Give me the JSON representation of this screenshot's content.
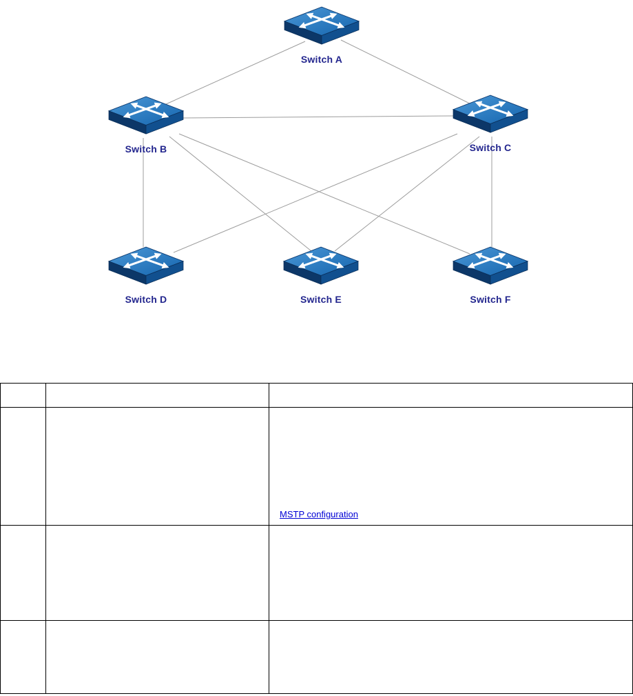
{
  "figure": {
    "icon": "network-switch-3d-icon",
    "nodes": [
      {
        "id": "A",
        "label": "Switch A"
      },
      {
        "id": "B",
        "label": "Switch B"
      },
      {
        "id": "C",
        "label": "Switch C"
      },
      {
        "id": "D",
        "label": "Switch D"
      },
      {
        "id": "E",
        "label": "Switch E"
      },
      {
        "id": "F",
        "label": "Switch F"
      }
    ],
    "links": [
      "A-B",
      "A-C",
      "B-C",
      "B-D",
      "B-E",
      "B-F",
      "C-D",
      "C-E",
      "C-F"
    ],
    "label_color": "#23268e",
    "link_line_color": "#9c9c9c",
    "switch_top_color": "#2b7cc2",
    "switch_front_color": "#0c3768",
    "switch_side_color": "#11508f"
  },
  "table": {
    "headers": [
      "",
      "",
      ""
    ],
    "rows": [
      {
        "col1": "",
        "col2": "",
        "col3": "",
        "link_text": "MSTP configuration"
      },
      {
        "col1": "",
        "col2": "",
        "col3": ""
      },
      {
        "col1": "",
        "col2": "",
        "col3": ""
      }
    ],
    "hyperlink_color": "#0000d4"
  }
}
